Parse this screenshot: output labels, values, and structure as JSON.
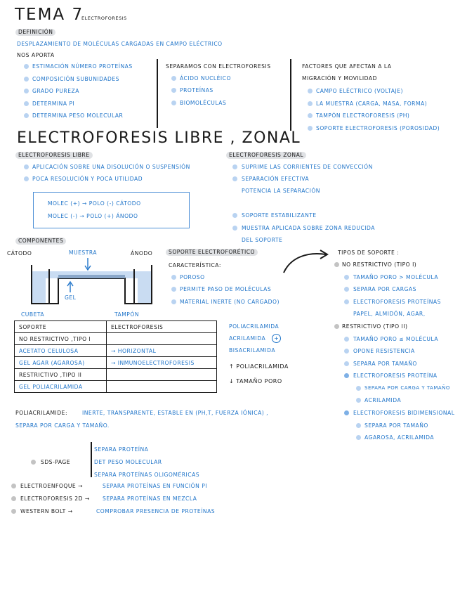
{
  "header": {
    "title": "TEMA 7",
    "subtitle": "ELECTROFORESIS"
  },
  "def": {
    "label": "DEFINICIÓN",
    "text": "DESPLAZAMIENTO DE MOLÉCULAS CARGADAS EN CAMPO ELÉCTRICO"
  },
  "aporta": {
    "title": "NOS APORTA",
    "items": [
      "ESTIMACIÓN NÚMERO PROTEÍNAS",
      "COMPOSICIÓN SUBUNIDADES",
      "GRADO PUREZA",
      "DETERMINA PI",
      "DETERMINA PESO MOLECULAR"
    ]
  },
  "separa": {
    "title": "SEPARAMOS CON ELECTROFORESIS",
    "items": [
      "ÁCIDO NUCLÉICO",
      "PROTEÍNAS",
      "BIOMOLÉCULAS"
    ]
  },
  "factores": {
    "title_1": "FACTORES QUE AFECTAN A LA",
    "title_2": "MIGRACIÓN Y MOVILIDAD",
    "items": [
      "CAMPO ELÉCTRICO (VOLTAJE)",
      "LA MUESTRA (CARGA, MASA, FORMA)",
      "TAMPÓN ELECTROFORESIS (pH)",
      "SOPORTE ELECTROFORESIS (POROSIDAD)"
    ]
  },
  "section2": {
    "title": "ELECTROFORESIS LIBRE , ZONAL"
  },
  "libre": {
    "title": "ELECTROFORESIS LIBRE",
    "items": [
      "APLICACIÓN SOBRE UNA DISOLUCIÓN O SUSPENSIÓN",
      "POCA RESOLUCIÓN Y POCA UTILIDAD"
    ],
    "box_1": "MOLEC (+) → POLO (-) CÁTODO",
    "box_2": "MOLEC (-) → POLO (+) ÁNODO"
  },
  "zonal": {
    "title": "ELECTROFORESIS ZONAL",
    "item_1": "SUPRIME LAS CORRIENTES DE CONVECCIÓN",
    "item_2": "SEPARACIÓN EFECTIVA",
    "item_2b": "POTENCIA LA SEPARACIÓN",
    "item_3": "SOPORTE ESTABILIZANTE",
    "item_4": "MUESTRA APLICADA SOBRE ZONA REDUCIDA",
    "item_4b": "DEL SOPORTE"
  },
  "componentes": {
    "title": "COMPONENTES",
    "catodo": "CÁTODO",
    "muestra": "MUESTRA",
    "anodo": "ÁNODO",
    "gel": "GEL",
    "cubeta": "CUBETA",
    "tampon": "TAMPÓN"
  },
  "soporte_electro": {
    "title": "SOPORTE ELECTROFORÉTICO",
    "caracteristica": "CARACTERÍSTICA:",
    "items": [
      "POROSO",
      "PERMITE PASO DE MOLÉCULAS",
      "MATERIAL INERTE (NO CARGADO)"
    ]
  },
  "tipos": {
    "title": "TIPOS DE SOPORTE :",
    "no_restrictivo": "NO RESTRICTIVO (TIPO I)",
    "nr_items": [
      "TAMAÑO PORO > MOLÉCULA",
      "SEPARA POR CARGAS",
      "ELECTROFORESIS PROTEÍNAS"
    ],
    "nr_extra": "PAPEL, ALMIDÓN, AGAR,",
    "restrictivo": "RESTRICTIVO (TIPO II)",
    "r_items": [
      "TAMAÑO PORO ≤ MOLÉCULA",
      "OPONE RESISTENCIA",
      "SEPARA POR TAMAÑO",
      "ELECTROFORESIS PROTEÍNA"
    ],
    "r_sub": [
      "SEPARA POR CARGA Y TAMAÑO",
      "ACRILAMIDA"
    ],
    "bidim": "ELECTROFORESIS BIDIMENSIONAL",
    "bidim_sub": [
      "SEPARA POR TAMAÑO",
      "AGAROSA, ACRILAMIDA"
    ]
  },
  "tabla": {
    "headers": [
      "SOPORTE",
      "ELECTROFORESIS"
    ],
    "rows": [
      [
        "NO RESTRICTIVO ,TIPO I",
        ""
      ],
      [
        "ACETATO CELULOSA",
        "→ HORIZONTAL"
      ],
      [
        "GEL AGAR (AGAROSA)",
        "→ INMUNOELECTROFORESIS"
      ],
      [
        "RESTRICTIVO ,TIPO II",
        ""
      ],
      [
        "GEL POLIACRILAMIDA",
        ""
      ]
    ]
  },
  "poli": {
    "l1": "POLIACRILAMIDA",
    "l2": "ACRILAMIDA",
    "circle": "+",
    "l3": "BISACRILAMIDA",
    "up": "↑ POLIACRILAMIDA",
    "down": "↓ TAMAÑO PORO"
  },
  "polinote": {
    "label": "POLIACRILAMIDE:",
    "text": "INERTE, TRANSPARENTE, ESTABLE EN (pH,T, FUERZA IÓNICA) ,",
    "text2": "SEPARA POR CARGA Y TAMAÑO."
  },
  "sds": {
    "label": "SDS-PAGE",
    "items": [
      "SEPARA PROTEÍNA",
      "DET PESO MOLECULAR",
      "SEPARA PROTEÍNAS OLIGOMÉRICAS"
    ]
  },
  "techniques": [
    {
      "label": "ELECTROENFOQUE →",
      "text": "SEPARA PROTEÍNAS EN FUNCIÓN PI"
    },
    {
      "label": "ELECTROFORESIS 2D →",
      "text": "SEPARA PROTEÍNAS EN MEZCLA"
    },
    {
      "label": "WESTERN BOLT →",
      "text": "COMPROBAR PRESENCIA DE PROTEÍNAS"
    }
  ],
  "colors": {
    "accent": "#1f74c9",
    "dot_blue": "#b9d3f1",
    "dot_gray": "#c3c3c3",
    "highlight": "#dfe1e4"
  }
}
